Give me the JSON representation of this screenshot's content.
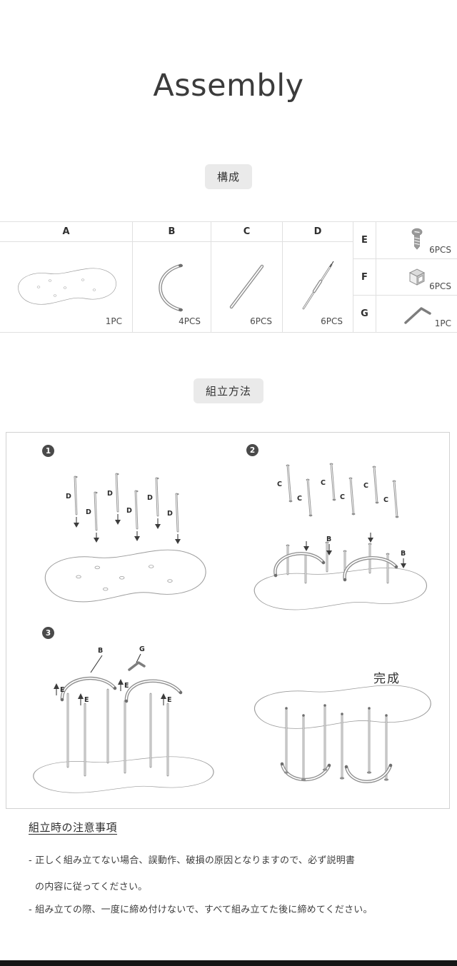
{
  "page": {
    "title": "Assembly",
    "composition_badge": "構成",
    "method_badge": "組立方法",
    "complete_label": "完成"
  },
  "labels": {
    "B": "B",
    "C": "C",
    "D": "D",
    "E": "E",
    "G": "G"
  },
  "parts_table": {
    "columns": [
      {
        "label": "A",
        "count": "1PC",
        "icon": "tabletop-panel"
      },
      {
        "label": "B",
        "count": "4PCS",
        "icon": "curved-tube"
      },
      {
        "label": "C",
        "count": "6PCS",
        "icon": "straight-tube"
      },
      {
        "label": "D",
        "count": "6PCS",
        "icon": "jointed-rod"
      }
    ],
    "rows": [
      {
        "label": "E",
        "count": "6PCS",
        "icon": "screw"
      },
      {
        "label": "F",
        "count": "6PCS",
        "icon": "clip"
      },
      {
        "label": "G",
        "count": "1PC",
        "icon": "hex-wrench"
      }
    ]
  },
  "steps": [
    {
      "number": "1"
    },
    {
      "number": "2"
    },
    {
      "number": "3"
    }
  ],
  "notes": {
    "heading": "組立時の注意事項",
    "lines": [
      "- 正しく組み立てない場合、誤動作、破損の原因となりますので、必ず説明書",
      "の内容に従ってください。",
      "- 組み立ての際、一度に締め付けないで、すべて組み立てた後に締めてください。"
    ]
  }
}
